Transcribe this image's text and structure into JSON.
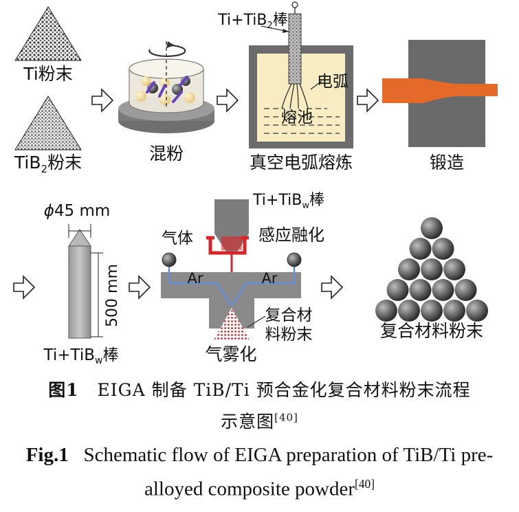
{
  "diagram": {
    "row1": {
      "ti_powder": "Ti粉末",
      "tib2_powder_base": "TiB",
      "tib2_powder_sub": "2",
      "tib2_powder_suffix": "粉末",
      "mixing": "混粉",
      "rod_label_base": "Ti+TiB",
      "rod_label_sub": "2",
      "rod_label_suffix": "棒",
      "arc": "电弧",
      "molten_pool": "熔池",
      "vacuum_arc_melting": "真空电弧熔炼",
      "forging": "锻造"
    },
    "row2": {
      "diameter_symbol": "ϕ",
      "diameter": "45 mm",
      "length": "500 mm",
      "rod_base": "Ti+TiB",
      "rod_sub": "w",
      "rod_suffix": "棒",
      "top_rod_base": "Ti+TiB",
      "top_rod_sub": "w",
      "top_rod_suffix": "棒",
      "induction_melting": "感应融化",
      "gas": "气体",
      "ar_left": "Ar",
      "ar_right": "Ar",
      "composite_material_line1": "复合材",
      "composite_material_line2": "料粉末",
      "gas_atomization": "气雾化",
      "composite_powder": "复合材料粉末"
    }
  },
  "caption": {
    "cn_fig": "图1",
    "cn_line1": "EIGA 制备 TiB/Ti 预合金化复合材料粉末流程",
    "cn_line2": "示意图",
    "cn_ref": "[40]",
    "en_fig": "Fig.1",
    "en_line1": "Schematic flow of EIGA preparation of TiB/Ti pre-",
    "en_line2": "alloyed composite powder",
    "en_ref": "[40]"
  },
  "colors": {
    "furnace_fill": "#f8ecc2",
    "forging_orange": "#e56a2a",
    "gas_line_blue": "#5f8fd6",
    "melt_red": "#d8252a",
    "gray_block": "#8a8a8a"
  }
}
